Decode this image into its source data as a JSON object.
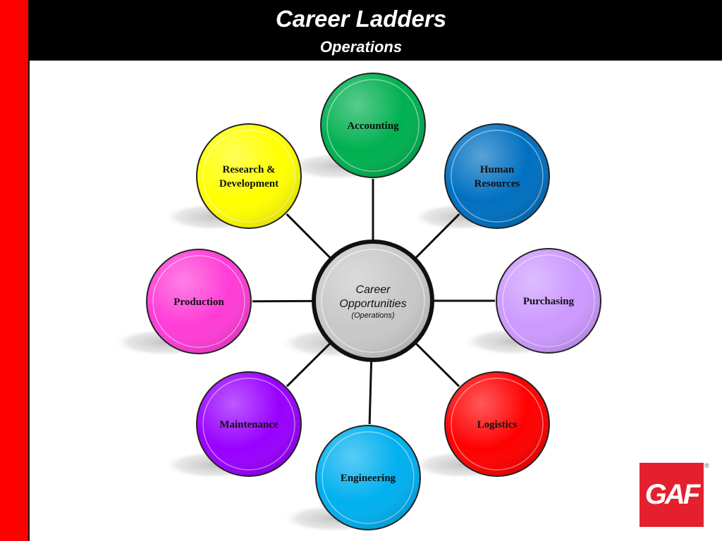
{
  "header": {
    "title": "Career Ladders",
    "subtitle": "Operations"
  },
  "center": {
    "line1": "Career",
    "line2": "Opportunities",
    "line3": "(Operations)",
    "color": "#c8c8c8"
  },
  "nodes": [
    {
      "id": "accounting",
      "lines": [
        "Accounting"
      ],
      "color": "#00b050"
    },
    {
      "id": "human-resources",
      "lines": [
        "Human",
        "Resources"
      ],
      "color": "#0070c0"
    },
    {
      "id": "purchasing",
      "lines": [
        "Purchasing"
      ],
      "color": "#cc99ff"
    },
    {
      "id": "logistics",
      "lines": [
        "Logistics"
      ],
      "color": "#ff0000"
    },
    {
      "id": "engineering",
      "lines": [
        "Engineering"
      ],
      "color": "#00b0f0"
    },
    {
      "id": "maintenance",
      "lines": [
        "Maintenance"
      ],
      "color": "#9900ff"
    },
    {
      "id": "production",
      "lines": [
        "Production"
      ],
      "color": "#ff3cd7"
    },
    {
      "id": "research-development",
      "lines": [
        "Research &",
        "Development"
      ],
      "color": "#ffff00"
    }
  ],
  "logo": {
    "text": "GAF",
    "registered": "®",
    "color": "#e4202e"
  }
}
